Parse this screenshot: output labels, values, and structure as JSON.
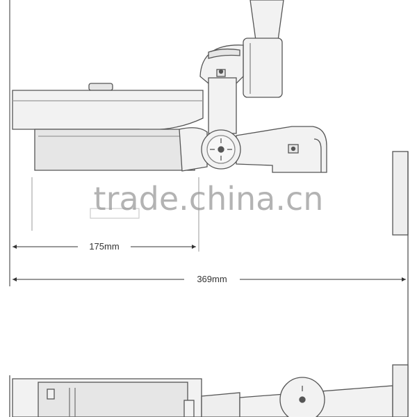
{
  "dimensions": {
    "short": "175mm",
    "long": "369mm"
  },
  "watermark": "trade.china.cn",
  "colors": {
    "line": "#555555",
    "fill_light": "#f2f2f2",
    "fill_mid": "#e6e6e6",
    "watermark": "#9a9a9a"
  }
}
